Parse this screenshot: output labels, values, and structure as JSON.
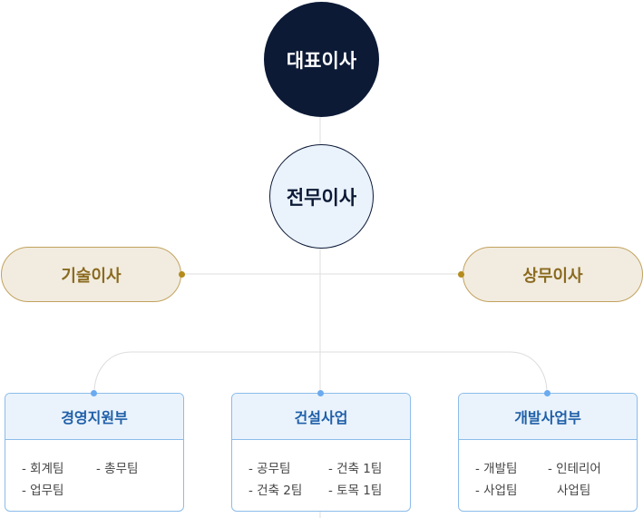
{
  "org": {
    "ceo": "대표이사",
    "vice_president": "전무이사",
    "technical_director": "기술이사",
    "sales_director": "상무이사",
    "departments": [
      {
        "name": "경영지원부",
        "teams": [
          "- 회계팀",
          "- 총무팀",
          "- 업무팀"
        ]
      },
      {
        "name": "건설사업",
        "teams": [
          "- 공무팀",
          "- 건축 1팀",
          "- 건축 2팀",
          "- 토목 1팀"
        ]
      },
      {
        "name": "개발사업부",
        "teams": [
          "- 개발팀",
          "- 인테리어",
          "- 사업팀",
          "사업팀"
        ]
      }
    ]
  },
  "colors": {
    "ceo_fill": "#0c1a36",
    "vp_fill": "#eaf2fc",
    "director_fill": "#f2ece0",
    "director_text": "#8a6a1f",
    "connector_dot": "#b58b1c",
    "dept_accent": "#1f5fa8",
    "dept_border": "#8cbce9",
    "line": "#dddddd"
  }
}
